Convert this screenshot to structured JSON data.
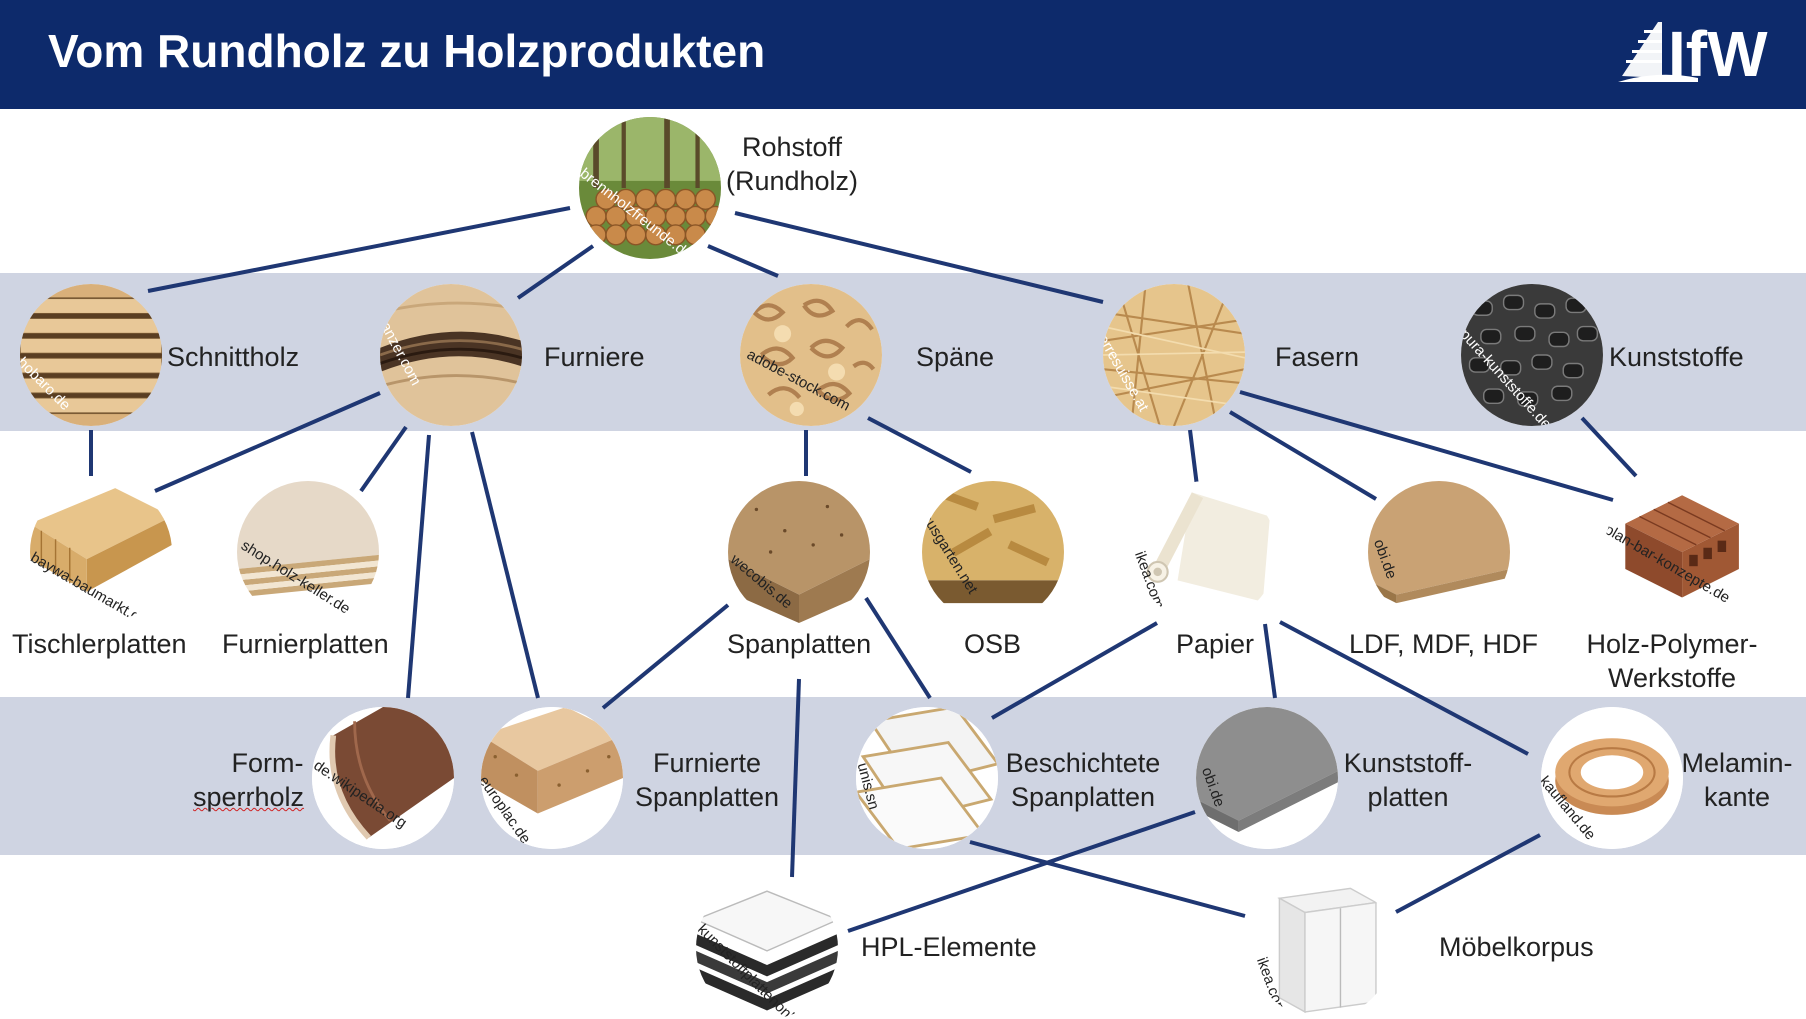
{
  "title": "Vom Rundholz zu Holzprodukten",
  "logo": {
    "text": "IfW",
    "color": "#ffffff"
  },
  "colors": {
    "header": "#0d2a6b",
    "band": "#cfd4e2",
    "connector": "#1f3773"
  },
  "nodes": {
    "rundholz": {
      "label": "Rohstoff",
      "label2": "(Rundholz)",
      "credit": "brennholzfreunde.de"
    },
    "schnittholz": {
      "label": "Schnittholz",
      "credit": "hobaro.de"
    },
    "furniere": {
      "label": "Furniere",
      "credit": "danzer.com"
    },
    "spaene": {
      "label": "Späne",
      "credit": "adobe-stock.com"
    },
    "fasern": {
      "label": "Fasern",
      "credit": "terresuisse.at"
    },
    "kunststoffe": {
      "label": "Kunststoffe",
      "credit": "pura-kunststoffe.de"
    },
    "tischlerplatten": {
      "label": "Tischlerplatten",
      "credit": "baywa-baumarkt.de"
    },
    "furnierplatten": {
      "label": "Furnierplatten",
      "credit": "shop.holz-keller.de"
    },
    "spanplatten": {
      "label": "Spanplatten",
      "credit": "wecobis.de"
    },
    "osb": {
      "label": "OSB",
      "credit": "hausgarten.net"
    },
    "papier": {
      "label": "Papier",
      "credit": "ikea.com"
    },
    "ldf": {
      "label": "LDF, MDF, HDF",
      "credit": "obi.de"
    },
    "wpc": {
      "label": "Holz-Polymer-",
      "label2": "Werkstoffe",
      "credit": "plan-bar-konzepte.de"
    },
    "formsperrholz": {
      "label": "Form-",
      "label2": "sperrholz",
      "credit": "de.wikipedia.org"
    },
    "furnierte_spanplatten": {
      "label": "Furnierte",
      "label2": "Spanplatten",
      "credit": "europlac.de"
    },
    "beschichtete": {
      "label": "Beschichtete",
      "label2": "Spanplatten",
      "credit": "unis.sn"
    },
    "kunststoffplatten": {
      "label": "Kunststoff-",
      "label2": "platten",
      "credit": "obi.de"
    },
    "melaminkante": {
      "label": "Melamin-",
      "label2": "kante",
      "credit": "kaufland.de"
    },
    "hpl": {
      "label": "HPL-Elemente",
      "credit": "kunststoffplattenonline.de"
    },
    "moebelkorpus": {
      "label": "Möbelkorpus",
      "credit": "ikea.com"
    }
  }
}
